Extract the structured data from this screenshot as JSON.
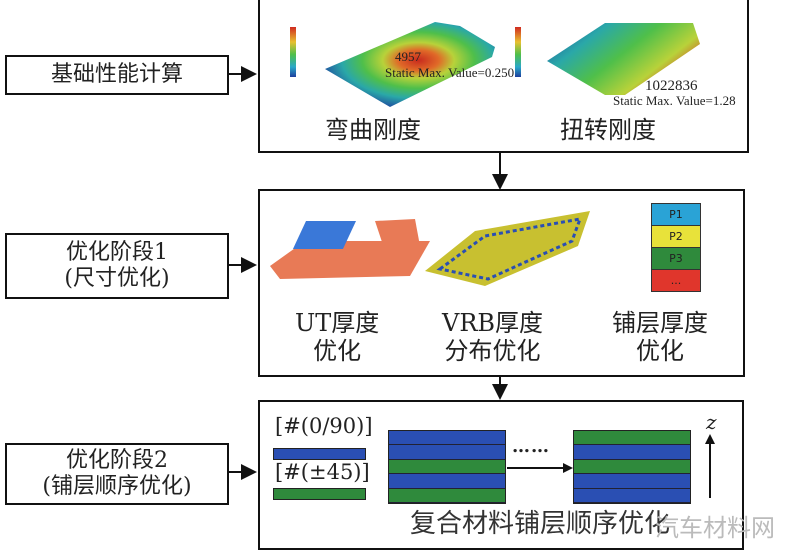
{
  "stages": [
    {
      "label_lines": [
        "基础性能计算"
      ]
    },
    {
      "label_lines": [
        "优化阶段1",
        "(尺寸优化)"
      ]
    },
    {
      "label_lines": [
        "优化阶段2",
        "(铺层顺序优化)"
      ]
    }
  ],
  "panel1": {
    "bending": {
      "caption": "弯曲刚度",
      "node": "4957",
      "max_value": "Static Max. Value=0.250"
    },
    "torsion": {
      "caption": "扭转刚度",
      "node": "1022836",
      "max_value": "Static Max. Value=1.28"
    }
  },
  "panel2": {
    "items": [
      {
        "caption_lines": [
          "UT厚度",
          "优化"
        ]
      },
      {
        "caption_lines": [
          "VRB厚度",
          "分布优化"
        ]
      },
      {
        "caption_lines": [
          "铺层厚度",
          "优化"
        ]
      }
    ],
    "plies": [
      "P1",
      "P2",
      "P3",
      "..."
    ],
    "ply_colors": [
      "#2aa3d6",
      "#e8e23a",
      "#2f8a3c",
      "#e0362c"
    ]
  },
  "panel3": {
    "ply_a": "[#(0/90)]",
    "ply_b": "[#(±45)]",
    "stack_before": [
      "B",
      "B",
      "G",
      "B",
      "G"
    ],
    "stack_after": [
      "G",
      "B",
      "G",
      "B",
      "B"
    ],
    "dots": "……",
    "axis": "z",
    "caption": "复合材料铺层顺序优化"
  },
  "watermark": "汽车材料网"
}
